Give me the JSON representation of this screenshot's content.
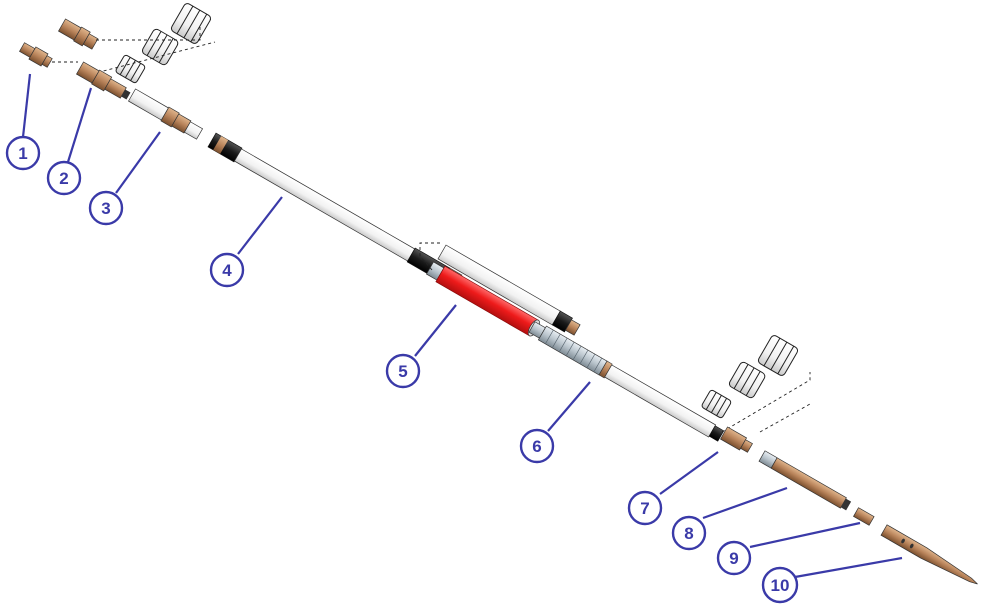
{
  "callouts": [
    {
      "id": "1",
      "label": "1"
    },
    {
      "id": "2",
      "label": "2"
    },
    {
      "id": "3",
      "label": "3"
    },
    {
      "id": "4",
      "label": "4"
    },
    {
      "id": "5",
      "label": "5"
    },
    {
      "id": "6",
      "label": "6"
    },
    {
      "id": "7",
      "label": "7"
    },
    {
      "id": "8",
      "label": "8"
    },
    {
      "id": "9",
      "label": "9"
    },
    {
      "id": "10",
      "label": "10"
    }
  ],
  "colors": {
    "callout": "#3a3aa8",
    "tube": "#f4f4f4",
    "bronze": "#b8835a",
    "dark": "#1a1a1a",
    "red": "#ee1b1b"
  }
}
